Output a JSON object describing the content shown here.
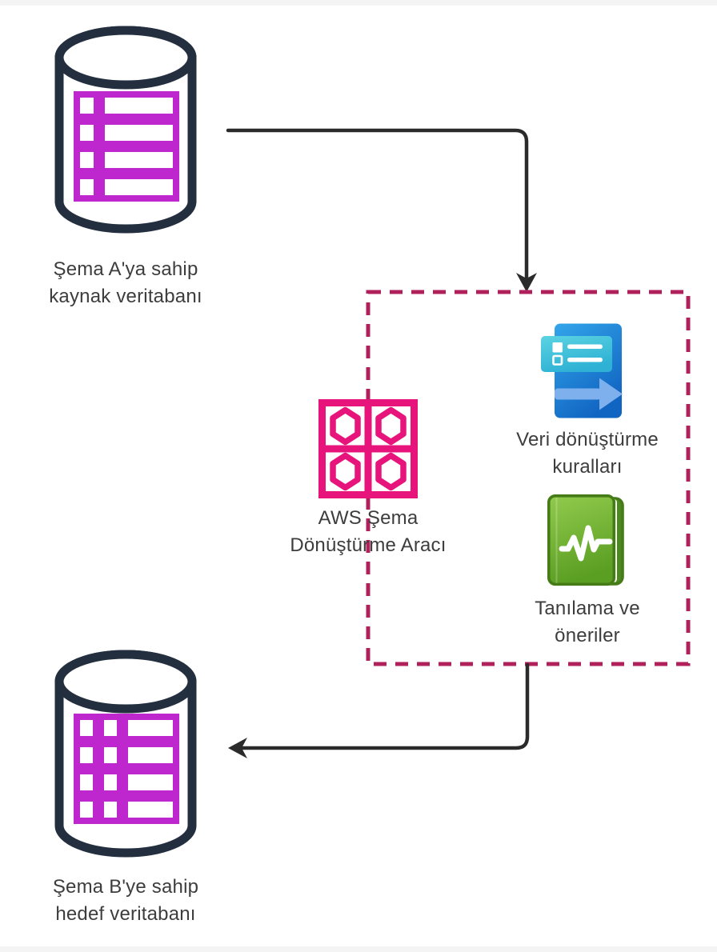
{
  "diagram": {
    "nodes": {
      "source_db": {
        "icon": "database-icon",
        "label_line1": "Şema A'ya sahip",
        "label_line2": "kaynak veritabanı"
      },
      "sct_tool": {
        "icon": "aws-schema-conversion-tool-icon",
        "label_line1": "AWS Şema",
        "label_line2": "Dönüştürme Aracı"
      },
      "transformation_rules": {
        "icon": "data-transformation-rules-icon",
        "label_line1": "Veri dönüştürme",
        "label_line2": "kuralları"
      },
      "diagnostics": {
        "icon": "diagnostics-book-icon",
        "label_line1": "Tanılama ve",
        "label_line2": "öneriler"
      },
      "target_db": {
        "icon": "database-icon",
        "label_line1": "Şema B'ye sahip",
        "label_line2": "hedef veritabanı"
      }
    },
    "connections": [
      {
        "from": "source_db",
        "to": "conversion_box",
        "style": "solid-elbow-arrow"
      },
      {
        "from": "conversion_box",
        "to": "target_db",
        "style": "solid-elbow-arrow"
      }
    ],
    "colors": {
      "db_outline": "#232F3E",
      "db_rows_magenta": "#BE27CE",
      "sct_pink": "#E7157B",
      "dashed_border": "#B0205A",
      "arrow": "#2B2B2B",
      "blue_icon_top": "#33A5EA",
      "blue_icon_bottom": "#1165C2",
      "teal_overlay_top": "#5BD3E2",
      "teal_overlay_bottom": "#2EB1D4",
      "blue_arrow_light": "#7FB0EE",
      "green_icon_top": "#92CB4D",
      "green_icon_bottom": "#5A9E22",
      "green_icon_edge": "#467C17",
      "label_text": "#3D3D3D"
    }
  }
}
